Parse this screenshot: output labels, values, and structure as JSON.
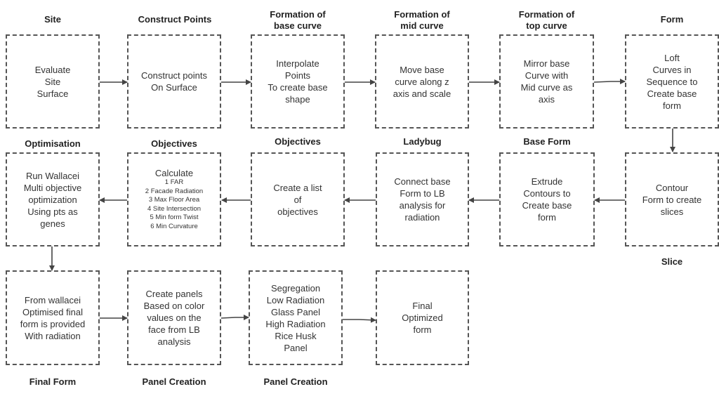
{
  "labels": {
    "site": "Site",
    "construct_points": "Construct Points",
    "formation_base": "Formation of\nbase curve",
    "formation_mid": "Formation of\nmid curve",
    "formation_top": "Formation of\ntop curve",
    "form": "Form",
    "optimisation": "Optimisation",
    "objectives_1": "Objectives",
    "objectives_2": "Objectives",
    "ladybug": "Ladybug",
    "base_form": "Base Form",
    "slice": "Slice",
    "final_form": "Final Form",
    "panel_creation_1": "Panel Creation",
    "panel_creation_2": "Panel Creation"
  },
  "boxes": {
    "evaluate_site": "Evaluate\nSite\nSurface",
    "construct_points": "Construct points\nOn Surface",
    "interpolate_points": "Interpolate\nPoints\nTo create base\nshape",
    "move_base_curve": "Move base\ncurve along z\naxis and scale",
    "mirror_base_curve": "Mirror base\nCurve with\nMid curve as\naxis",
    "loft_curves": "Loft\nCurves in\nSequence to\nCreate base\nform",
    "run_wallacei": "Run Wallacei\nMulti objective\noptimization\nUsing pts as\ngenes",
    "calculate_title": "Calculate",
    "calculate_list": "1 FAR\n2 Facade Radiation\n3 Max Floor Area\n4 Site Intersection\n5 Min form Twist\n6 Min Curvature",
    "create_list": "Create a list\nof\nobjectives",
    "connect_base_form": "Connect base\nForm to LB\nanalysis for\nradiation",
    "extrude_contours": "Extrude\nContours to\nCreate base\nform",
    "contour_form": "Contour\nForm to create\nslices",
    "from_wallacei": "From wallacei\nOptimised final\nform is provided\nWith radiation",
    "create_panels": "Create panels\nBased on color\nvalues on the\nface from LB\nanalysis",
    "segregation": "Segregation\nLow Radiation\nGlass Panel\nHigh Radiation\nRice Husk\nPanel",
    "final_optimized": "Final\nOptimized\nform"
  }
}
